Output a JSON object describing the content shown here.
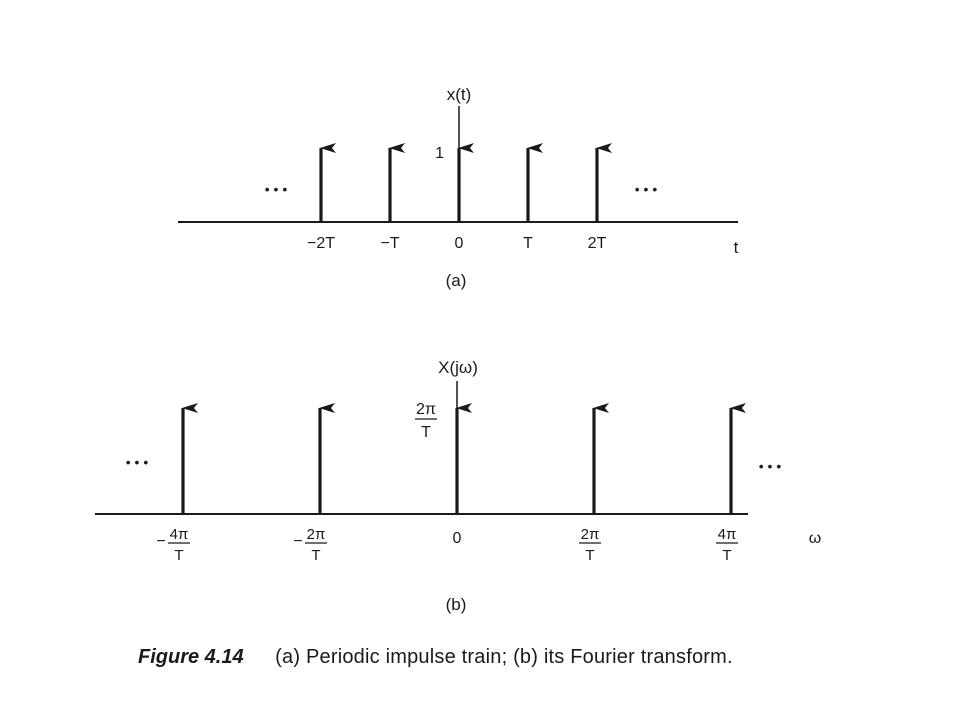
{
  "figure": {
    "caption_number": "Figure 4.14",
    "caption_text": "(a) Periodic impulse train; (b) its Fourier transform."
  },
  "panel_a": {
    "sublabel": "(a)",
    "y_axis_label": "x(t)",
    "x_axis_label": "t",
    "impulse_height_label": "1",
    "ellipsis": "• • •",
    "tick_labels": [
      "−2T",
      "−T",
      "0",
      "T",
      "2T"
    ],
    "impulse_positions": [
      -2,
      -1,
      0,
      1,
      2
    ],
    "impulse_weight": 1
  },
  "panel_b": {
    "sublabel": "(b)",
    "y_axis_label": "X(jω)",
    "x_axis_label": "ω",
    "impulse_height_label": {
      "num": "2π",
      "den": "T"
    },
    "ellipsis": "• • •",
    "tick_labels": [
      {
        "sign": "−",
        "num": "4π",
        "den": "T"
      },
      {
        "sign": "−",
        "num": "2π",
        "den": "T"
      },
      {
        "sign": "",
        "num": "0",
        "den": ""
      },
      {
        "sign": "",
        "num": "2π",
        "den": "T"
      },
      {
        "sign": "",
        "num": "4π",
        "den": "T"
      }
    ],
    "impulse_positions": [
      -2,
      -1,
      0,
      1,
      2
    ]
  }
}
